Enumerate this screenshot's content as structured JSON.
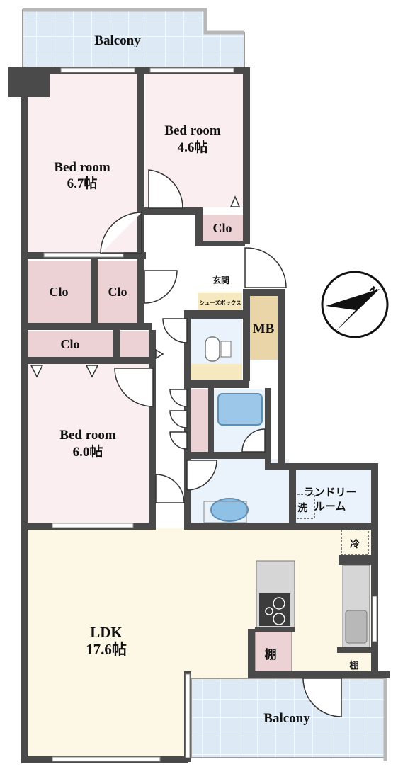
{
  "rooms": {
    "balcony_top": "Balcony",
    "bed_67": {
      "name": "Bed room",
      "size": "6.7帖"
    },
    "bed_46": {
      "name": "Bed room",
      "size": "4.6帖"
    },
    "bed_60": {
      "name": "Bed room",
      "size": "6.0帖"
    },
    "clo_1": "Clo",
    "clo_2": "Clo",
    "clo_3": "Clo",
    "clo_4": "Clo",
    "entrance": "玄関",
    "shoebox": "シューズボックス",
    "mb": "MB",
    "laundry_line1": "ランドリー",
    "laundry_line2": "ルーム",
    "washer": "洗",
    "fridge": "冷",
    "shelf_1": "棚",
    "shelf_2": "棚",
    "ldk": {
      "name": "LDK",
      "size": "17.6帖"
    },
    "balcony_bottom": "Balcony"
  },
  "compass": {
    "label": "N"
  },
  "colors": {
    "wall": "#4a4a4a",
    "bedroom": "#fbeef0",
    "closet": "#ecd1d5",
    "ldk": "#fdf8e6",
    "wet": "#eaf2fb",
    "balcony": "#dde9f4",
    "mb": "#e9d5a8",
    "shoebox": "#f6e9bf",
    "counter": "#d6d6d6"
  }
}
